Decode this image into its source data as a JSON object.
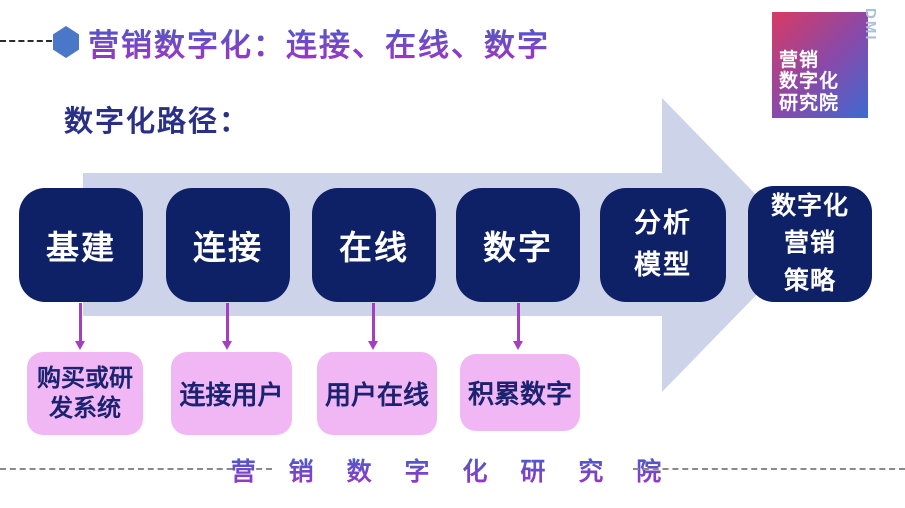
{
  "header": {
    "title": "营销数字化：连接、在线、数字"
  },
  "logo": {
    "text": "营销\n数字化\n研究院",
    "watermark": "DMI"
  },
  "main": {
    "subtitle": "数字化路径：",
    "steps": [
      {
        "label": "基建",
        "note": "购买或研\n发系统"
      },
      {
        "label": "连接",
        "note": "连接用户"
      },
      {
        "label": "在线",
        "note": "用户在线"
      },
      {
        "label": "数字",
        "note": "积累数字"
      },
      {
        "label": "分析\n模型"
      },
      {
        "label": "数字化\n营销\n策略"
      }
    ]
  },
  "footer": {
    "text": "营 销 数 字 化 研 究 院"
  },
  "colors": {
    "navy-box": "#0E2066",
    "arrow": "#CDD3E9",
    "pink-box": "#F0B7F4",
    "connector": "#A33FC0",
    "note-text": "#1B2370",
    "subtitle-text": "#2A3085",
    "grad-top": "#4A5BC8",
    "grad-bottom": "#9C35C4",
    "hexagon": "#4B77C9",
    "logo-grad-start": "#D83A63",
    "logo-grad-mid": "#8A49A8",
    "logo-grad-end": "#3E69D2",
    "dash": "#8A8A8A",
    "watermark-text": "#A9BFDB"
  }
}
